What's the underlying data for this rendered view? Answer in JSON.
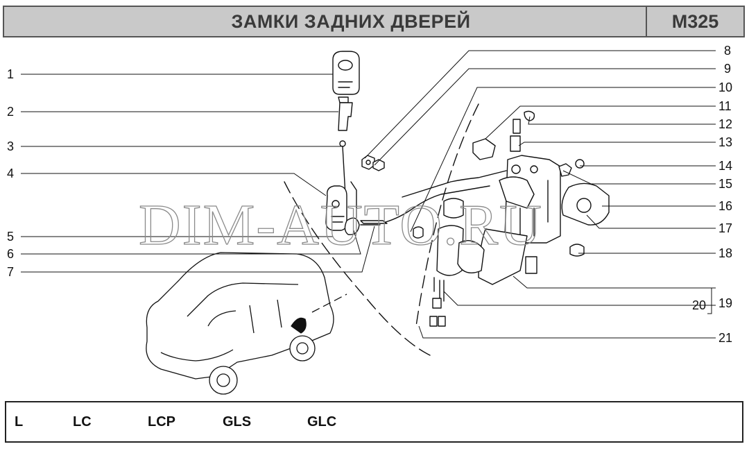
{
  "header": {
    "title": "ЗАМКИ ЗАДНИХ ДВЕРЕЙ",
    "code": "M325"
  },
  "watermark": "DIM-AUTO.RU",
  "callouts": [
    {
      "num": "1",
      "side": "left"
    },
    {
      "num": "2",
      "side": "left"
    },
    {
      "num": "3",
      "side": "left"
    },
    {
      "num": "4",
      "side": "left"
    },
    {
      "num": "5",
      "side": "left"
    },
    {
      "num": "6",
      "side": "left"
    },
    {
      "num": "7",
      "side": "left"
    },
    {
      "num": "8",
      "side": "right"
    },
    {
      "num": "9",
      "side": "right"
    },
    {
      "num": "10",
      "side": "right"
    },
    {
      "num": "11",
      "side": "right"
    },
    {
      "num": "12",
      "side": "right"
    },
    {
      "num": "13",
      "side": "right"
    },
    {
      "num": "14",
      "side": "right"
    },
    {
      "num": "15",
      "side": "right"
    },
    {
      "num": "16",
      "side": "right"
    },
    {
      "num": "17",
      "side": "right"
    },
    {
      "num": "18",
      "side": "right"
    },
    {
      "num": "19",
      "side": "right"
    },
    {
      "num": "20",
      "side": "right"
    },
    {
      "num": "21",
      "side": "right"
    }
  ],
  "trims": [
    "L",
    "LC",
    "LCP",
    "GLS",
    "GLC"
  ],
  "colors": {
    "header_bg": "#c9c9c9",
    "line": "#111111",
    "watermark": "#8a8a8a"
  }
}
